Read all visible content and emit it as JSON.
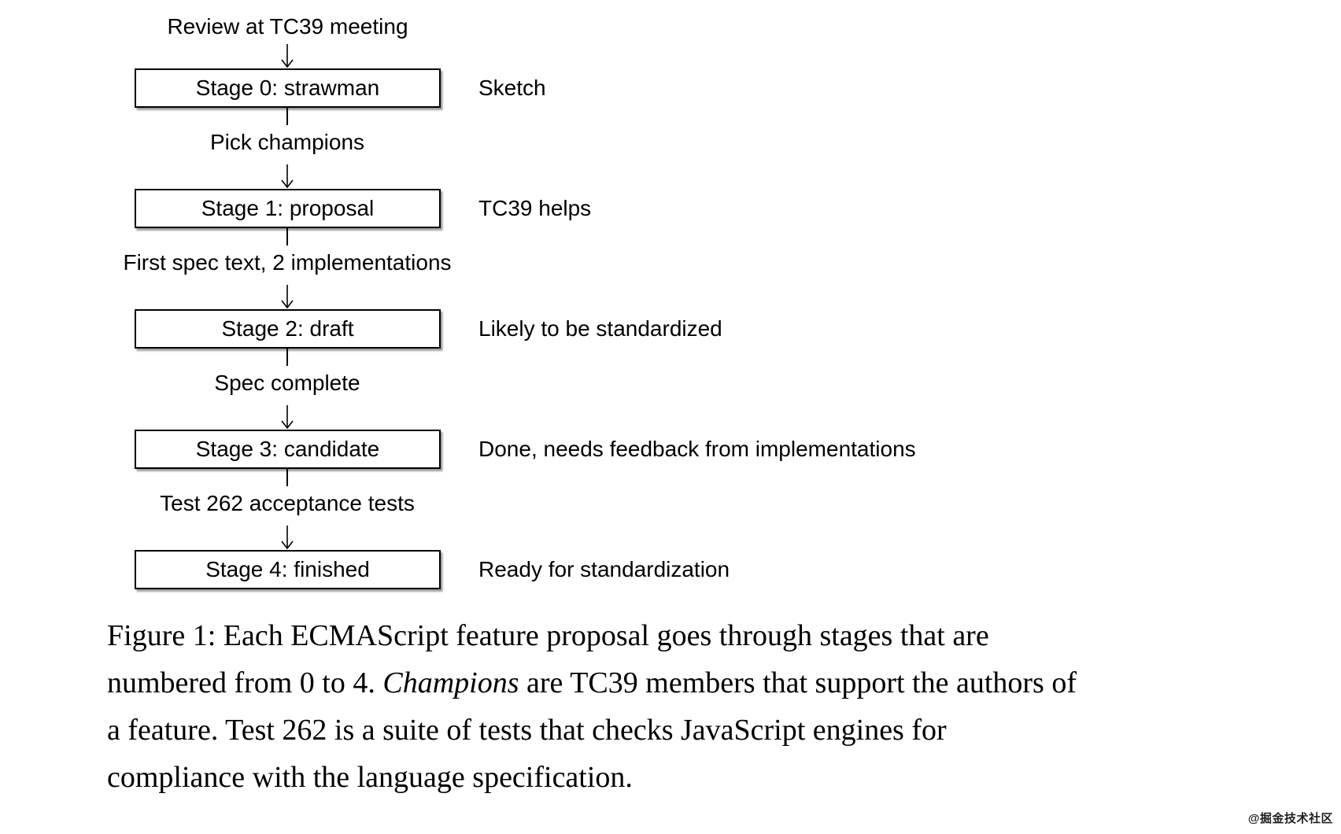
{
  "diagram": {
    "top_label": "Review at TC39 meeting",
    "stages": [
      {
        "label": "Stage 0: strawman",
        "annotation": "Sketch"
      },
      {
        "label": "Stage 1: proposal",
        "annotation": "TC39 helps"
      },
      {
        "label": "Stage 2: draft",
        "annotation": "Likely to be standardized"
      },
      {
        "label": "Stage 3: candidate",
        "annotation": "Done, needs feedback from implementations"
      },
      {
        "label": "Stage 4: finished",
        "annotation": "Ready for standardization"
      }
    ],
    "transitions": [
      "Pick champions",
      "First spec text, 2 implementations",
      "Spec complete",
      "Test 262 acceptance tests"
    ]
  },
  "caption": {
    "line1": "Figure 1: Each ECMAScript feature proposal goes through stages that are",
    "line2_pre": "numbered from 0 to 4. ",
    "line2_italic": "Champions",
    "line2_post": " are TC39 members that support the authors of",
    "line3": "a feature. Test 262 is a suite of tests that checks JavaScript engines for",
    "line4": "compliance with the language specification."
  },
  "watermark": {
    "text": "@掘金技术社区"
  },
  "colors": {
    "ink": "#000000",
    "background": "#ffffff",
    "watermark": "#1f1f1f"
  }
}
